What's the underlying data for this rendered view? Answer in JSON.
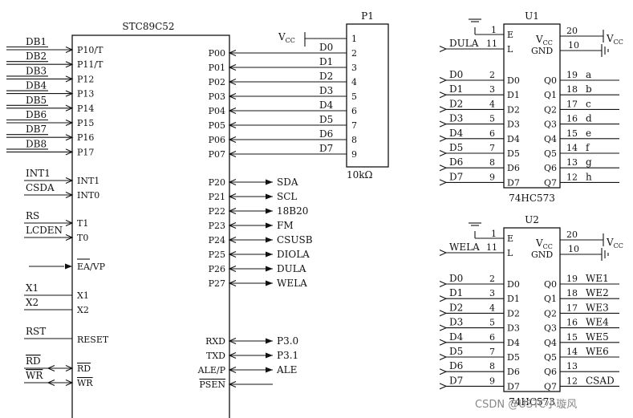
{
  "mcu": {
    "title": "STC89C52",
    "left_pins": [
      {
        "pin": "P10/T",
        "net": "DB1"
      },
      {
        "pin": "P11/T",
        "net": "DB2"
      },
      {
        "pin": "P12",
        "net": "DB3"
      },
      {
        "pin": "P13",
        "net": "DB4"
      },
      {
        "pin": "P14",
        "net": "DB5"
      },
      {
        "pin": "P15",
        "net": "DB6"
      },
      {
        "pin": "P16",
        "net": "DB7"
      },
      {
        "pin": "P17",
        "net": "DB8"
      }
    ],
    "int_pins": [
      {
        "pin": "INT1",
        "net": "INT1"
      },
      {
        "pin": "INT0",
        "net": "CSDA"
      }
    ],
    "timer_pins": [
      {
        "pin": "T1",
        "net": "RS"
      },
      {
        "pin": "T0",
        "net": "LCDEN"
      }
    ],
    "ea_pin": "EA/VP",
    "xtal_pins": [
      {
        "pin": "X1",
        "net": "X1"
      },
      {
        "pin": "X2",
        "net": "X2"
      }
    ],
    "reset_pin": {
      "pin": "RESET",
      "net": "RST"
    },
    "rdwr_pins": [
      {
        "pin": "RD",
        "net": "RD"
      },
      {
        "pin": "WR",
        "net": "WR"
      }
    ],
    "p0_pins": [
      {
        "pin": "P00",
        "net": "D0"
      },
      {
        "pin": "P01",
        "net": "D1"
      },
      {
        "pin": "P02",
        "net": "D2"
      },
      {
        "pin": "P03",
        "net": "D3"
      },
      {
        "pin": "P04",
        "net": "D4"
      },
      {
        "pin": "P05",
        "net": "D5"
      },
      {
        "pin": "P06",
        "net": "D6"
      },
      {
        "pin": "P07",
        "net": "D7"
      }
    ],
    "p2_pins": [
      {
        "pin": "P20",
        "net": "SDA"
      },
      {
        "pin": "P21",
        "net": "SCL"
      },
      {
        "pin": "P22",
        "net": "18B20"
      },
      {
        "pin": "P23",
        "net": "FM"
      },
      {
        "pin": "P24",
        "net": "CSUSB"
      },
      {
        "pin": "P25",
        "net": "DIOLA"
      },
      {
        "pin": "P26",
        "net": "DULA"
      },
      {
        "pin": "P27",
        "net": "WELA"
      }
    ],
    "p3_pins": [
      {
        "pin": "RXD",
        "net": "P3.0"
      },
      {
        "pin": "TXD",
        "net": "P3.1"
      },
      {
        "pin": "ALE/P",
        "net": "ALE"
      },
      {
        "pin": "PSEN",
        "net": ""
      }
    ]
  },
  "p1": {
    "title": "P1",
    "vcc": "V",
    "vcc_sub": "CC",
    "pin_numbers": [
      "1",
      "2",
      "3",
      "4",
      "5",
      "6",
      "7",
      "8",
      "9"
    ],
    "value": "10kΩ"
  },
  "u1": {
    "title": "U1",
    "part": "74HC573",
    "enable": {
      "pin": "E",
      "num": "1"
    },
    "latch": {
      "pin": "L",
      "num": "11",
      "net": "DULA"
    },
    "vcc": {
      "pin_main": "V",
      "pin_sub": "CC",
      "num": "20",
      "net_main": "V",
      "net_sub": "CC"
    },
    "gnd": {
      "pin": "GND",
      "num": "10"
    },
    "inputs": [
      {
        "net": "D0",
        "num": "2",
        "pin": "D0"
      },
      {
        "net": "D1",
        "num": "3",
        "pin": "D1"
      },
      {
        "net": "D2",
        "num": "4",
        "pin": "D2"
      },
      {
        "net": "D3",
        "num": "5",
        "pin": "D3"
      },
      {
        "net": "D4",
        "num": "6",
        "pin": "D4"
      },
      {
        "net": "D5",
        "num": "7",
        "pin": "D5"
      },
      {
        "net": "D6",
        "num": "8",
        "pin": "D6"
      },
      {
        "net": "D7",
        "num": "9",
        "pin": "D7"
      }
    ],
    "outputs": [
      {
        "pin": "Q0",
        "num": "19",
        "net": "a"
      },
      {
        "pin": "Q1",
        "num": "18",
        "net": "b"
      },
      {
        "pin": "Q2",
        "num": "17",
        "net": "c"
      },
      {
        "pin": "Q3",
        "num": "16",
        "net": "d"
      },
      {
        "pin": "Q4",
        "num": "15",
        "net": "e"
      },
      {
        "pin": "Q5",
        "num": "14",
        "net": "f"
      },
      {
        "pin": "Q6",
        "num": "13",
        "net": "g"
      },
      {
        "pin": "Q7",
        "num": "12",
        "net": "h"
      }
    ]
  },
  "u2": {
    "title": "U2",
    "part": "74HC573",
    "enable": {
      "pin": "E",
      "num": "1"
    },
    "latch": {
      "pin": "L",
      "num": "11",
      "net": "WELA"
    },
    "vcc": {
      "pin_main": "V",
      "pin_sub": "CC",
      "num": "20",
      "net_main": "V",
      "net_sub": "CC"
    },
    "gnd": {
      "pin": "GND",
      "num": "10"
    },
    "inputs": [
      {
        "net": "D0",
        "num": "2",
        "pin": "D0"
      },
      {
        "net": "D1",
        "num": "3",
        "pin": "D1"
      },
      {
        "net": "D2",
        "num": "4",
        "pin": "D2"
      },
      {
        "net": "D3",
        "num": "5",
        "pin": "D3"
      },
      {
        "net": "D4",
        "num": "6",
        "pin": "D4"
      },
      {
        "net": "D5",
        "num": "7",
        "pin": "D5"
      },
      {
        "net": "D6",
        "num": "8",
        "pin": "D6"
      },
      {
        "net": "D7",
        "num": "9",
        "pin": "D7"
      }
    ],
    "outputs": [
      {
        "pin": "Q0",
        "num": "19",
        "net": "WE1"
      },
      {
        "pin": "Q1",
        "num": "18",
        "net": "WE2"
      },
      {
        "pin": "Q2",
        "num": "17",
        "net": "WE3"
      },
      {
        "pin": "Q3",
        "num": "16",
        "net": "WE4"
      },
      {
        "pin": "Q4",
        "num": "15",
        "net": "WE5"
      },
      {
        "pin": "Q5",
        "num": "14",
        "net": "WE6"
      },
      {
        "pin": "Q6",
        "num": "13",
        "net": ""
      },
      {
        "pin": "Q7",
        "num": "12",
        "net": "CSAD"
      }
    ]
  },
  "watermark": "CSDN @USTC小璇风"
}
